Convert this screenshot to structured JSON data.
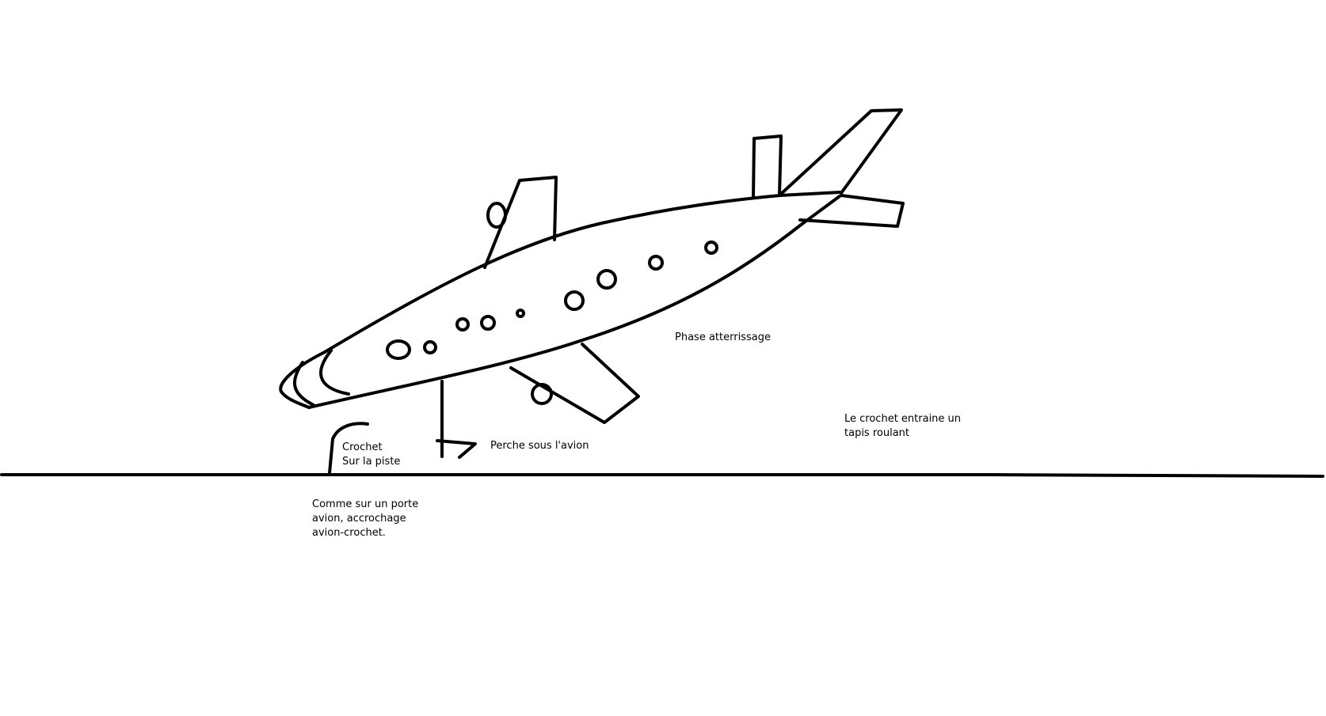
{
  "diagram": {
    "ink_color": "#000000",
    "background_color": "#ffffff",
    "labels": {
      "landing_phase": "Phase atterrissage",
      "hook_line1": "Crochet",
      "hook_line2": "Sur la piste",
      "pole": "Perche sous l'avion",
      "conveyor_line1": "Le crochet entraine un",
      "conveyor_line2": "tapis roulant",
      "carrier_line1": "Comme sur un porte",
      "carrier_line2": "avion, accrochage",
      "carrier_line3": "avion-crochet."
    }
  }
}
